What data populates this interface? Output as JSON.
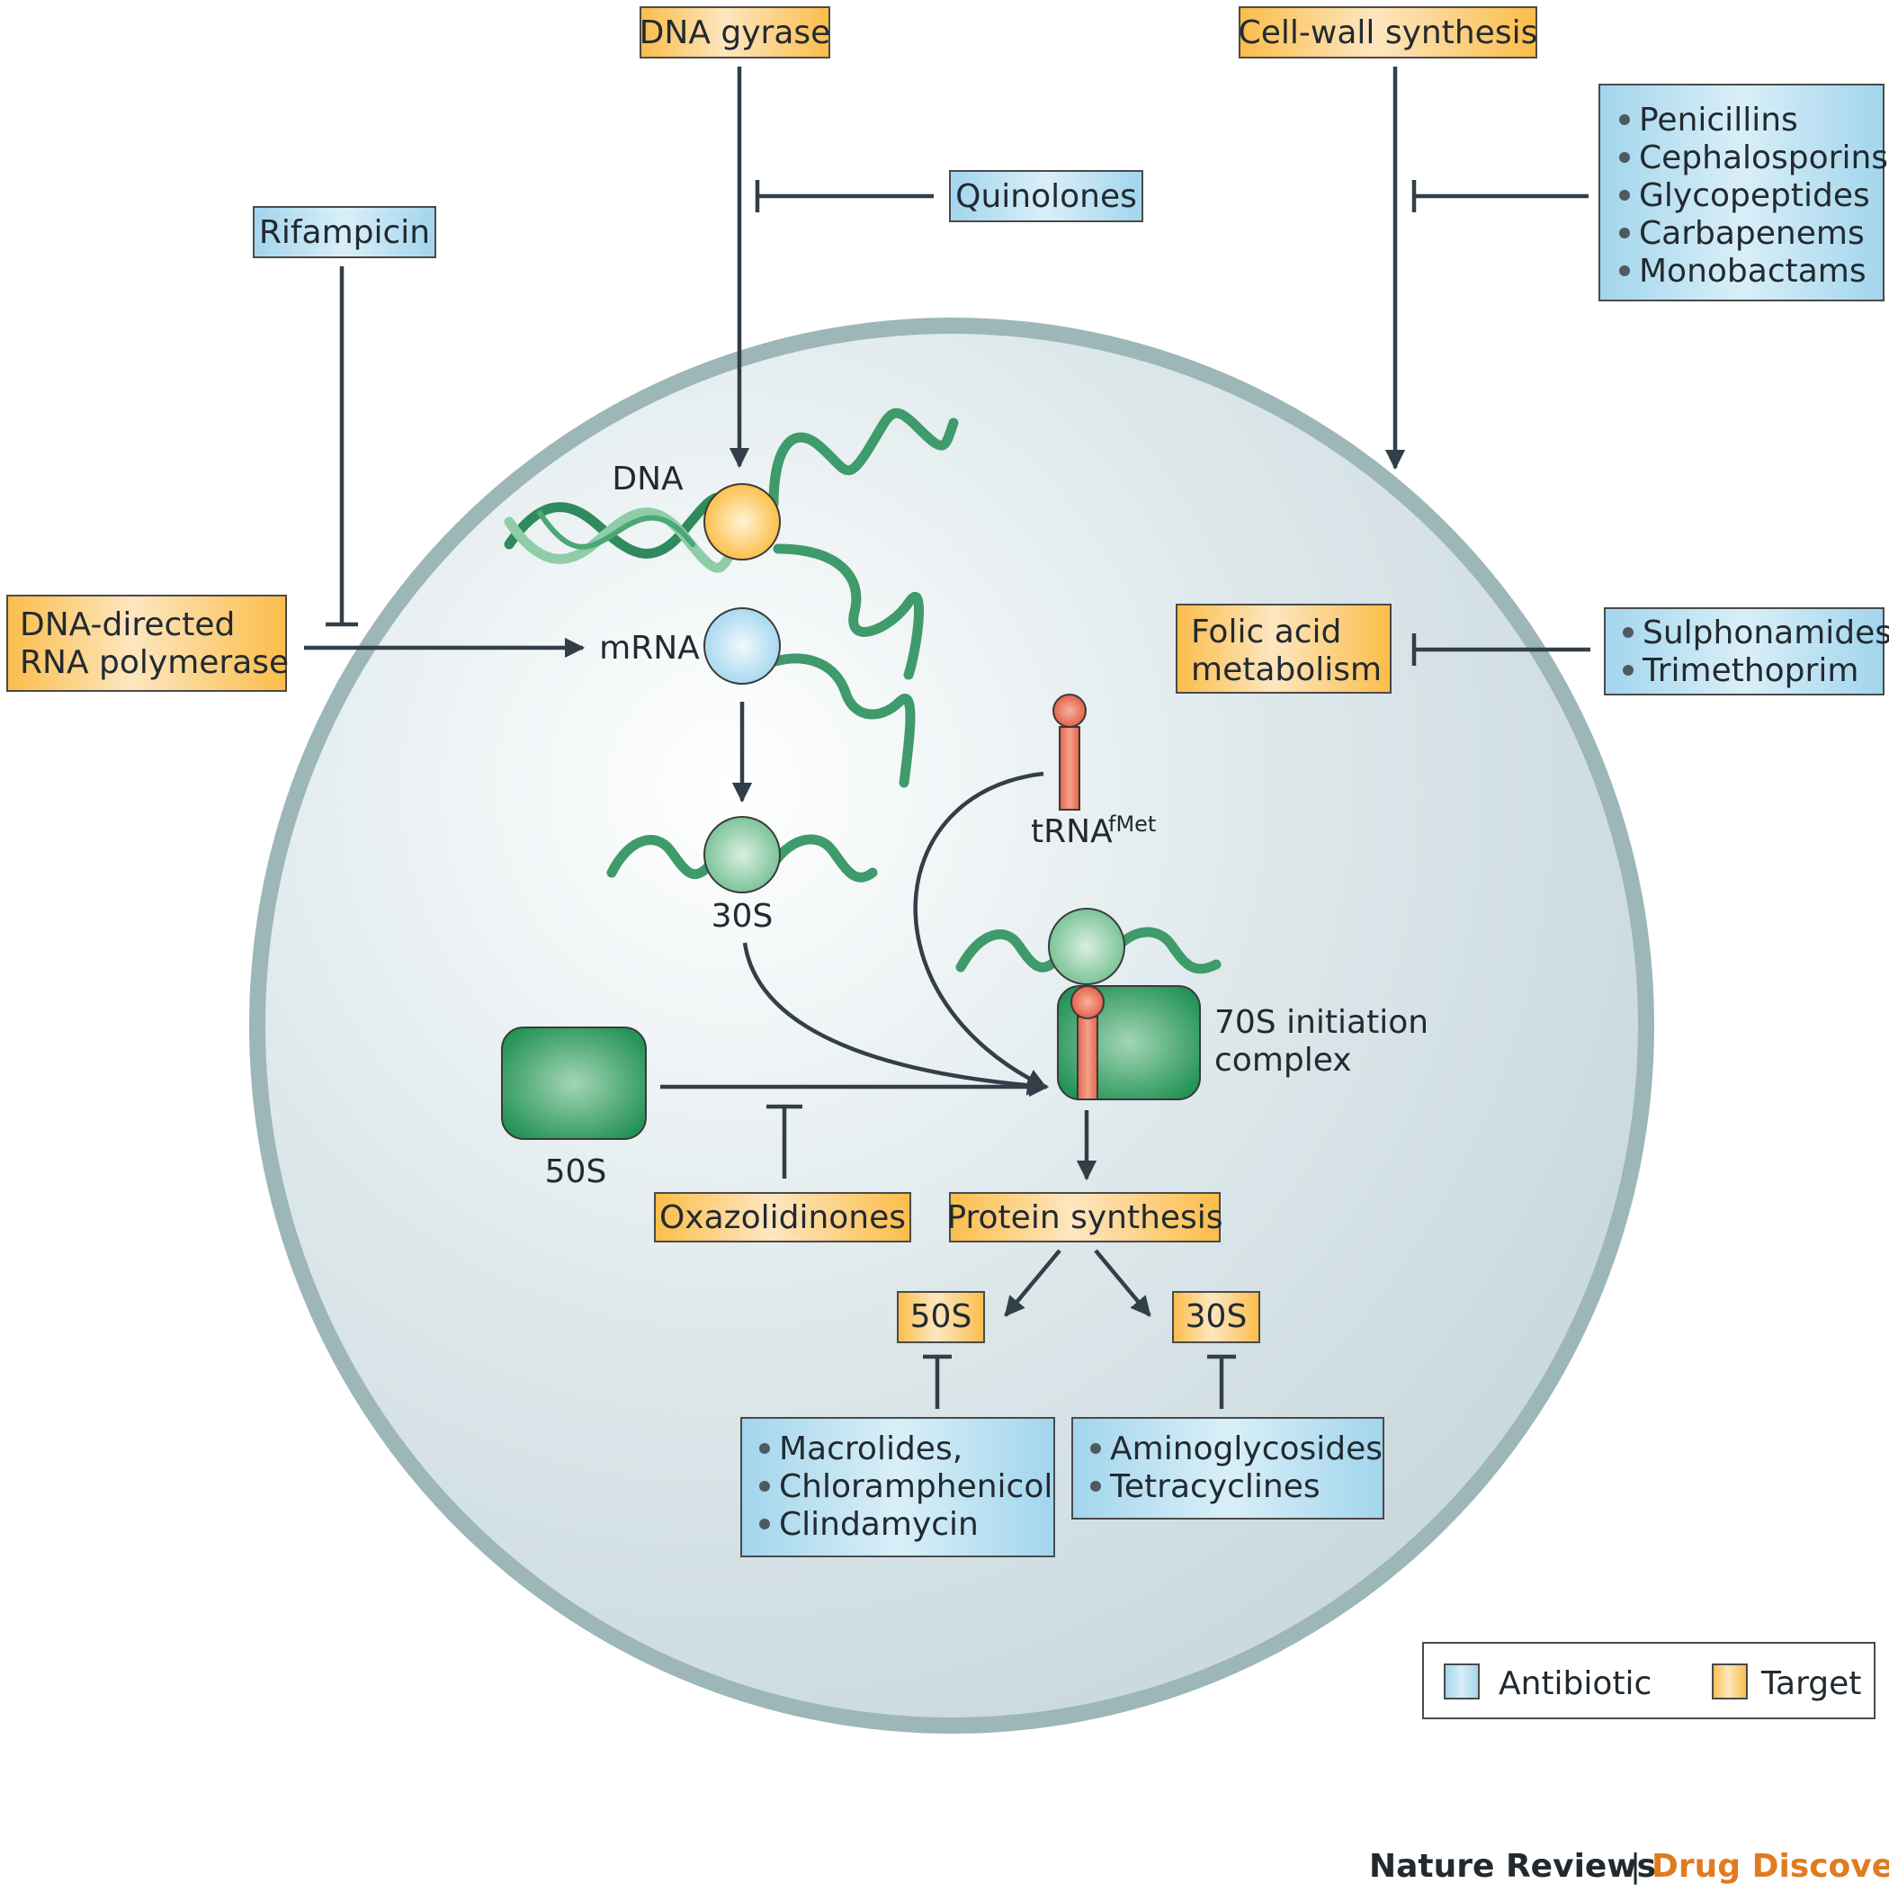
{
  "targets": {
    "dna_gyrase": "DNA gyrase",
    "cell_wall": "Cell-wall synthesis",
    "rna_polymerase_line1": "DNA-directed",
    "rna_polymerase_line2": "RNA polymerase",
    "folic_line1": "Folic acid",
    "folic_line2": "metabolism",
    "oxazolidinones": "Oxazolidinones",
    "protein_synthesis": "Protein synthesis",
    "sub_50s": "50S",
    "sub_30s": "30S"
  },
  "antibiotics": {
    "quinolones": "Quinolones",
    "rifampicin": "Rifampicin",
    "cell_wall_drugs": [
      "Penicillins",
      "Cephalosporins",
      "Glycopeptides",
      "Carbapenems",
      "Monobactams"
    ],
    "folic_drugs": [
      "Sulphonamides",
      "Trimethoprim"
    ],
    "drugs_50s": [
      "Macrolides,",
      "Chloramphenicol",
      "Clindamycin"
    ],
    "drugs_30s": [
      "Aminoglycosides",
      "Tetracyclines"
    ]
  },
  "labels": {
    "dna": "DNA",
    "mrna": "mRNA",
    "trna": "tRNA",
    "trna_sup": "fMet",
    "ribo_30s": "30S",
    "ribo_50s": "50S",
    "complex_line1": "70S initiation",
    "complex_line2": "complex"
  },
  "legend": {
    "antibiotic": "Antibiotic",
    "target": "Target"
  },
  "credit": {
    "journal": "Nature Reviews",
    "separator": "|",
    "section": "Drug Discovery"
  },
  "colors": {
    "antibiotic_fill": "#a9d8ee",
    "target_fill": "#fbc25c",
    "cell_fill": "#d2dfe3",
    "cell_border": "#9db6b8",
    "dna_green": "#3f9a6c",
    "ribosome_green": "#2f9a5b",
    "gyrase_yellow": "#fbc452",
    "trna_red": "#e4694c",
    "line": "#323f48",
    "credit_orange": "#e07b1f"
  }
}
